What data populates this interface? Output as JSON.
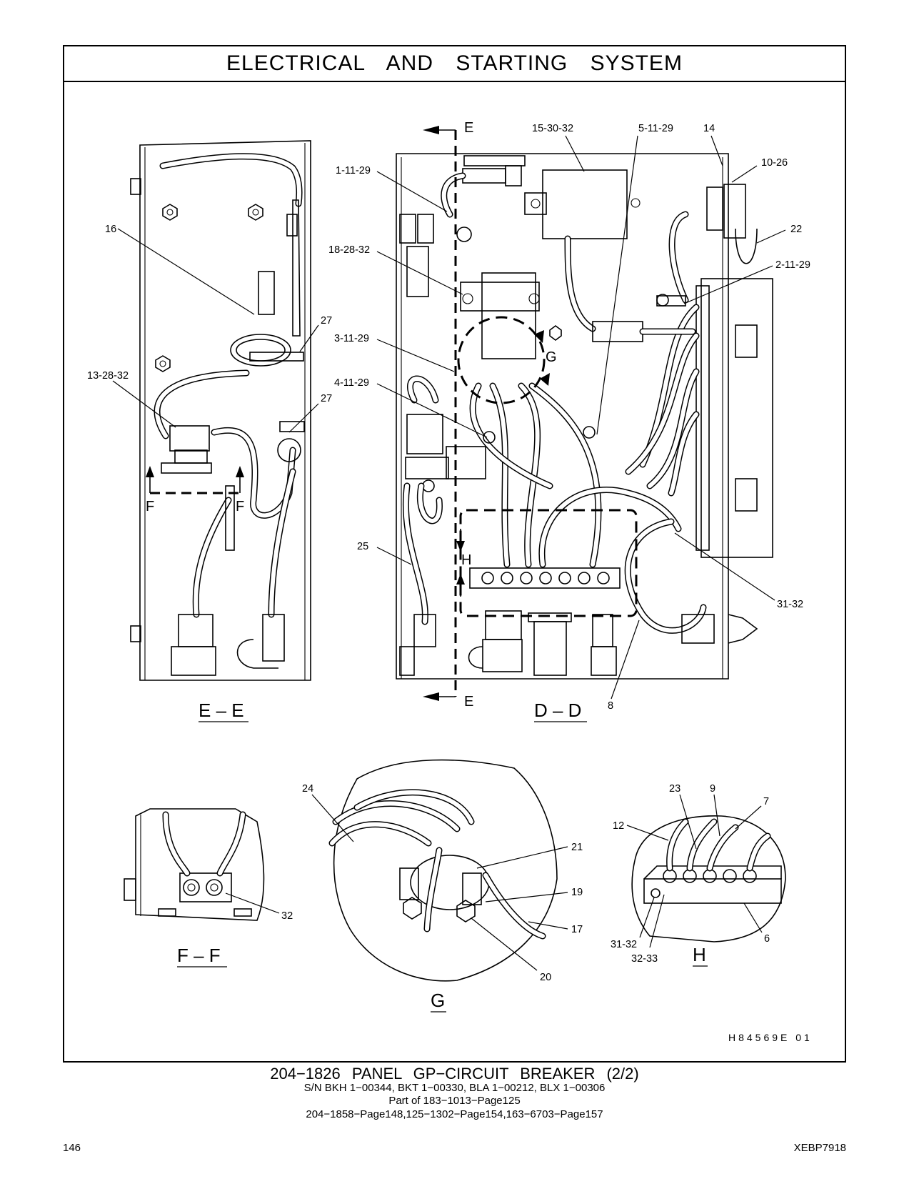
{
  "header": {
    "title": "ELECTRICAL AND STARTING SYSTEM"
  },
  "views": {
    "ee": {
      "label": "E – E",
      "callouts": [
        "16",
        "27",
        "13-28-32",
        "27"
      ],
      "section_marks": [
        "F",
        "F"
      ]
    },
    "dd": {
      "label": "D – D",
      "callouts": [
        "1-11-29",
        "15-30-32",
        "5-11-29",
        "14",
        "10-26",
        "22",
        "2-11-29",
        "18-28-32",
        "3-11-29",
        "4-11-29",
        "25",
        "31-32",
        "8"
      ],
      "section_marks": [
        "E",
        "E",
        "G",
        "H"
      ]
    },
    "ff": {
      "label": "F – F",
      "callouts": [
        "32"
      ]
    },
    "g": {
      "label": "G",
      "callouts": [
        "24",
        "21",
        "19",
        "17",
        "20"
      ]
    },
    "h": {
      "label": "H",
      "callouts": [
        "23",
        "9",
        "7",
        "12",
        "6",
        "31-32",
        "32-33"
      ]
    }
  },
  "drawing_code": "H84569E   01",
  "caption": {
    "line1": "204−1826  PANEL GP−CIRCUIT BREAKER (2/2)",
    "line2": "S/N BKH 1−00344, BKT 1−00330, BLA 1−00212, BLX 1−00306",
    "line3": "Part of 183−1013−Page125",
    "line4": "204−1858−Page148,125−1302−Page154,163−6703−Page157"
  },
  "footer": {
    "page_number": "146",
    "doc_code": "XEBP7918"
  }
}
